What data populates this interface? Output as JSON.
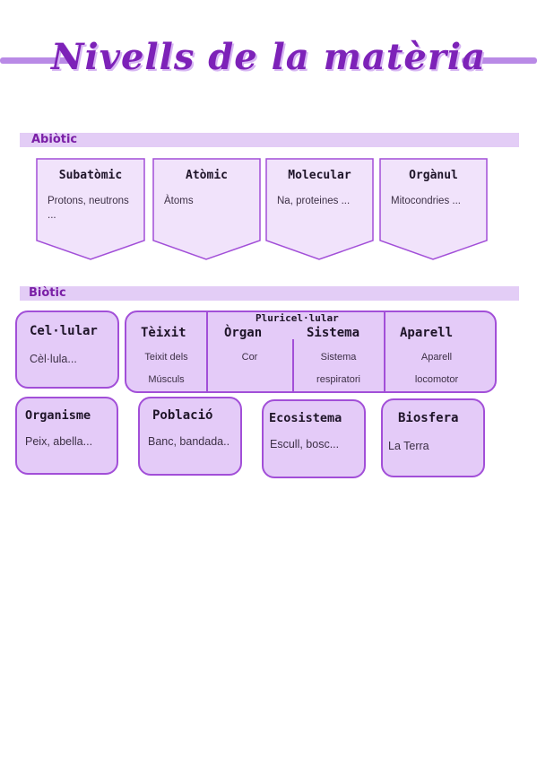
{
  "title": "Nivells de la matèria",
  "abiotic": {
    "label": "Abiòtic",
    "cards": [
      {
        "title": "Subatòmic",
        "desc": "Protons, neutrons ..."
      },
      {
        "title": "Atòmic",
        "desc": "Àtoms"
      },
      {
        "title": "Molecular",
        "desc": "Na, proteines ..."
      },
      {
        "title": "Orgànul",
        "desc": "Mitocondries ..."
      }
    ]
  },
  "biotic": {
    "label": "Biòtic",
    "cellular": {
      "title": "Cel·lular",
      "desc": "Cèl·lula..."
    },
    "pluricellular": {
      "label": "Pluricel·lular",
      "items": [
        {
          "title": "Tèixit",
          "desc_line1": "Teixit dels",
          "desc_line2": "Músculs"
        },
        {
          "title": "Òrgan",
          "desc_line1": "Cor",
          "desc_line2": ""
        },
        {
          "title": "Sistema",
          "desc_line1": "Sistema",
          "desc_line2": "respiratori"
        },
        {
          "title": "Aparell",
          "desc_line1": "Aparell",
          "desc_line2": "locomotor"
        }
      ]
    },
    "row2": [
      {
        "title": "Organisme",
        "desc": "Peix, abella..."
      },
      {
        "title": "Població",
        "desc": "Banc, bandada.."
      },
      {
        "title": "Ecosistema",
        "desc": "Escull, bosc..."
      },
      {
        "title": "Biosfera",
        "desc": "La Terra"
      }
    ]
  },
  "colors": {
    "accent": "#7d22b8",
    "band": "#e3cdf6",
    "card_fill": "#e4cbf8",
    "card_border": "#a24fd8"
  }
}
